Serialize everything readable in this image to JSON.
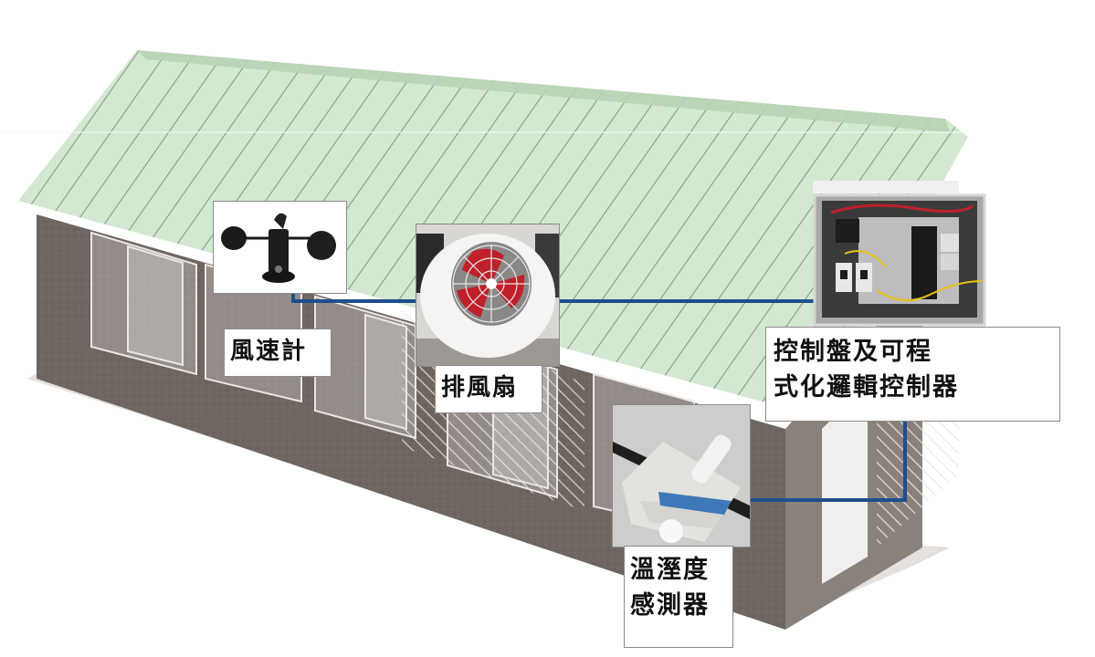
{
  "diagram": {
    "subject": "greenhouse / farm building ventilation monitoring system",
    "connector_color": "#1f4e8c",
    "roof_color": "#cfe6cc",
    "wall_color": "#6e6560",
    "components": [
      {
        "id": "anemometer",
        "label": "風速計",
        "icon": "anemometer-icon"
      },
      {
        "id": "exhaust_fan",
        "label": "排風扇",
        "icon": "exhaust-fan-icon"
      },
      {
        "id": "control_panel",
        "label_lines": [
          "控制盤及可程",
          "式化邏輯控制器"
        ],
        "icon": "control-panel-icon"
      },
      {
        "id": "th_sensor",
        "label_lines": [
          "溫溼度",
          "感測器"
        ],
        "icon": "temperature-humidity-sensor-icon"
      }
    ]
  }
}
